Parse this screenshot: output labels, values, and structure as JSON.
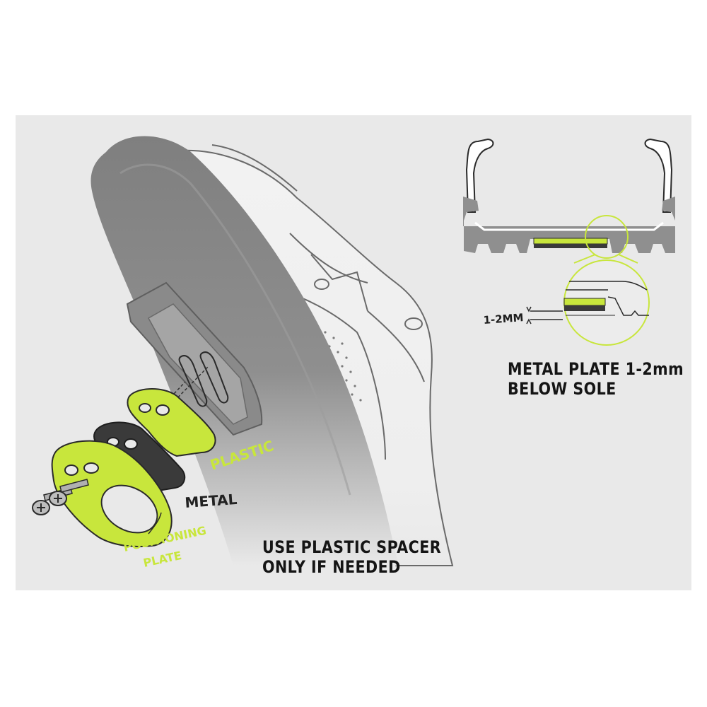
{
  "labels": {
    "plastic": "PLASTIC",
    "metal": "METAL",
    "positioning_line1": "POSITIONING",
    "positioning_line2": "PLATE",
    "gap": "1-2MM"
  },
  "captions": {
    "spacer_line1": "USE PLASTIC SPACER",
    "spacer_line2": "ONLY IF NEEDED",
    "plate_line1": "METAL PLATE 1-2mm",
    "plate_line2": "BELOW SOLE"
  },
  "colors": {
    "panel": "#e9e9e9",
    "sole": "#8f8f8f",
    "accent": "#c8e63c",
    "metal": "#3a3a3a",
    "outline": "#2a2a2a"
  }
}
